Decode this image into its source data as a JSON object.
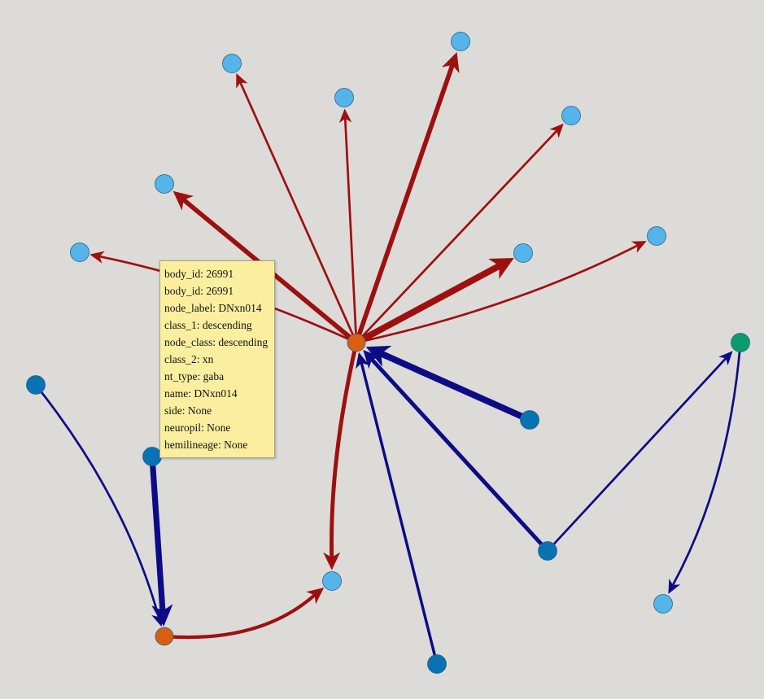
{
  "colors": {
    "background": "#dcdbd8",
    "edge_out": "#9e1010",
    "edge_in": "#0d0b85",
    "node_light_blue": "#55b4ea",
    "node_dark_blue": "#0872b2",
    "node_orange": "#d95f0e",
    "node_green": "#0b9b6d",
    "tooltip_bg": "#fbef9f"
  },
  "tooltip": {
    "rows": [
      {
        "key": "body_id",
        "value": "26991"
      },
      {
        "key": "body_id",
        "value": "26991"
      },
      {
        "key": "node_label",
        "value": "DNxn014"
      },
      {
        "key": "class_1",
        "value": "descending"
      },
      {
        "key": "node_class",
        "value": "descending"
      },
      {
        "key": "class_2",
        "value": "xn"
      },
      {
        "key": "nt_type",
        "value": "gaba"
      },
      {
        "key": "name",
        "value": "DNxn014"
      },
      {
        "key": "side",
        "value": "None"
      },
      {
        "key": "neuropil",
        "value": "None"
      },
      {
        "key": "hemilineage",
        "value": "None"
      }
    ]
  },
  "graph": {
    "nodes": [
      {
        "id": "center",
        "type": "orange"
      },
      {
        "id": "t1",
        "type": "light_blue"
      },
      {
        "id": "t2",
        "type": "light_blue"
      },
      {
        "id": "t3",
        "type": "light_blue"
      },
      {
        "id": "t4",
        "type": "light_blue"
      },
      {
        "id": "t5",
        "type": "light_blue"
      },
      {
        "id": "t6",
        "type": "light_blue"
      },
      {
        "id": "t7",
        "type": "light_blue"
      },
      {
        "id": "t8",
        "type": "light_blue"
      },
      {
        "id": "t9",
        "type": "light_blue"
      },
      {
        "id": "t10",
        "type": "light_blue"
      },
      {
        "id": "t11",
        "type": "light_blue"
      },
      {
        "id": "s1",
        "type": "dark_blue"
      },
      {
        "id": "s2",
        "type": "dark_blue"
      },
      {
        "id": "s3",
        "type": "dark_blue"
      },
      {
        "id": "s4",
        "type": "dark_blue"
      },
      {
        "id": "s5",
        "type": "dark_blue"
      },
      {
        "id": "o2",
        "type": "orange"
      },
      {
        "id": "g1",
        "type": "green"
      }
    ],
    "edges": [
      {
        "from": "center",
        "to": "t1",
        "kind": "out",
        "weight": 2
      },
      {
        "from": "center",
        "to": "t2",
        "kind": "out",
        "weight": 6
      },
      {
        "from": "center",
        "to": "t3",
        "kind": "out",
        "weight": 2
      },
      {
        "from": "center",
        "to": "t4",
        "kind": "out",
        "weight": 2
      },
      {
        "from": "center",
        "to": "t5",
        "kind": "out",
        "weight": 6
      },
      {
        "from": "center",
        "to": "t6",
        "kind": "out",
        "weight": 2
      },
      {
        "from": "center",
        "to": "t7",
        "kind": "out",
        "weight": 9
      },
      {
        "from": "center",
        "to": "t8",
        "kind": "out",
        "weight": 2
      },
      {
        "from": "center",
        "to": "t9",
        "kind": "out",
        "weight": 5
      },
      {
        "from": "o2",
        "to": "t9",
        "kind": "out",
        "weight": 4
      },
      {
        "from": "s1",
        "to": "center",
        "kind": "in",
        "weight": 9
      },
      {
        "from": "s2",
        "to": "center",
        "kind": "in",
        "weight": 5
      },
      {
        "from": "s3",
        "to": "center",
        "kind": "in",
        "weight": 3
      },
      {
        "from": "s2",
        "to": "g1",
        "kind": "in",
        "weight": 2
      },
      {
        "from": "g1",
        "to": "t10",
        "kind": "in",
        "weight": 2
      },
      {
        "from": "s4",
        "to": "o2",
        "kind": "in",
        "weight": 2
      },
      {
        "from": "s5",
        "to": "o2",
        "kind": "in",
        "weight": 8
      }
    ]
  }
}
